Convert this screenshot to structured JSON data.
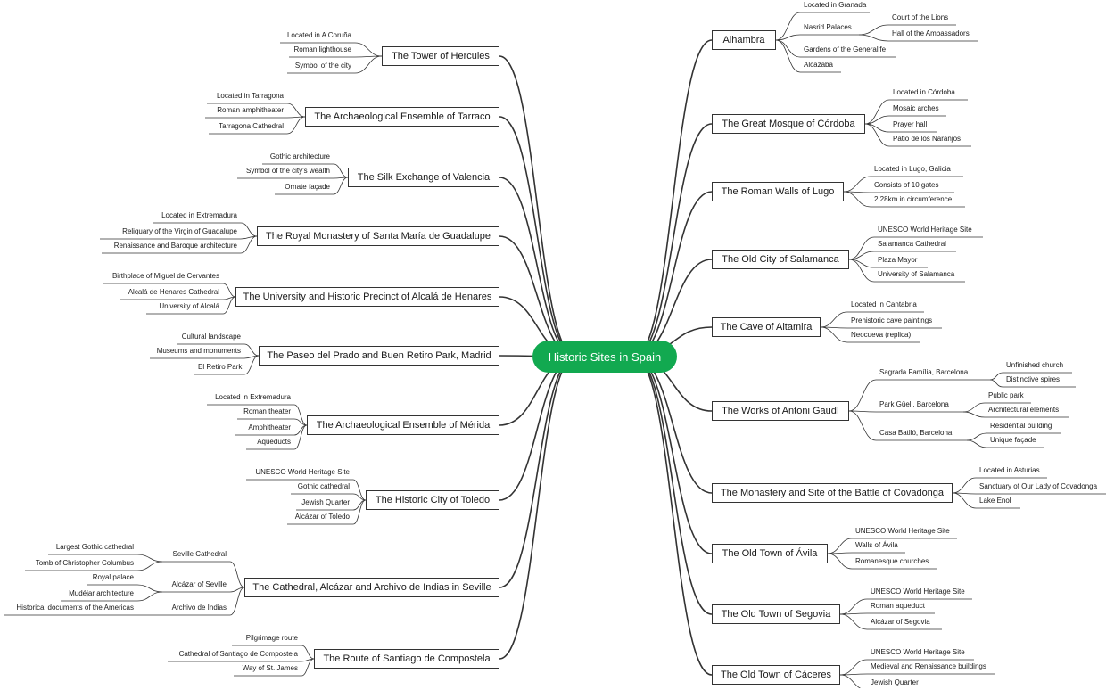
{
  "root": "Historic Sites in Spain",
  "colors": {
    "root": "#12a950",
    "line": "#333333",
    "text": "#1a1a1a"
  },
  "right": [
    {
      "label": "Alhambra",
      "children": [
        {
          "label": "Located in Granada"
        },
        {
          "label": "Nasrid Palaces",
          "children": [
            {
              "label": "Court of the Lions"
            },
            {
              "label": "Hall of the Ambassadors"
            }
          ]
        },
        {
          "label": "Gardens of the Generalife"
        },
        {
          "label": "Alcazaba"
        }
      ]
    },
    {
      "label": "The Great Mosque of Córdoba",
      "children": [
        {
          "label": "Located in Córdoba"
        },
        {
          "label": "Mosaic arches"
        },
        {
          "label": "Prayer hall"
        },
        {
          "label": "Patio de los Naranjos"
        }
      ]
    },
    {
      "label": "The Roman Walls of Lugo",
      "children": [
        {
          "label": "Located in Lugo, Galicia"
        },
        {
          "label": "Consists of 10 gates"
        },
        {
          "label": "2.28km in circumference"
        }
      ]
    },
    {
      "label": "The Old City of Salamanca",
      "children": [
        {
          "label": "UNESCO World Heritage Site"
        },
        {
          "label": "Salamanca Cathedral"
        },
        {
          "label": "Plaza Mayor"
        },
        {
          "label": "University of Salamanca"
        }
      ]
    },
    {
      "label": "The Cave of Altamira",
      "children": [
        {
          "label": "Located in Cantabria"
        },
        {
          "label": "Prehistoric cave paintings"
        },
        {
          "label": "Neocueva (replica)"
        }
      ]
    },
    {
      "label": "The Works of Antoni Gaudí",
      "children": [
        {
          "label": "Sagrada Família, Barcelona",
          "children": [
            {
              "label": "Unfinished church"
            },
            {
              "label": "Distinctive spires"
            }
          ]
        },
        {
          "label": "Park Güell, Barcelona",
          "children": [
            {
              "label": "Public park"
            },
            {
              "label": "Architectural elements"
            }
          ]
        },
        {
          "label": "Casa Batlló, Barcelona",
          "children": [
            {
              "label": "Residential building"
            },
            {
              "label": "Unique façade"
            }
          ]
        }
      ]
    },
    {
      "label": "The Monastery and Site of the Battle of Covadonga",
      "children": [
        {
          "label": "Located in Asturias"
        },
        {
          "label": "Sanctuary of Our Lady of Covadonga"
        },
        {
          "label": "Lake Enol"
        }
      ]
    },
    {
      "label": "The Old Town of Ávila",
      "children": [
        {
          "label": "UNESCO World Heritage Site"
        },
        {
          "label": "Walls of Ávila"
        },
        {
          "label": "Romanesque churches"
        }
      ]
    },
    {
      "label": "The Old Town of Segovia",
      "children": [
        {
          "label": "UNESCO World Heritage Site"
        },
        {
          "label": "Roman aqueduct"
        },
        {
          "label": "Alcázar of Segovia"
        }
      ]
    },
    {
      "label": "The Old Town of Cáceres",
      "children": [
        {
          "label": "UNESCO World Heritage Site"
        },
        {
          "label": "Medieval and Renaissance buildings"
        },
        {
          "label": "Jewish Quarter"
        }
      ]
    }
  ],
  "left": [
    {
      "label": "The Tower of Hercules",
      "children": [
        {
          "label": "Located in A Coruña"
        },
        {
          "label": "Roman lighthouse"
        },
        {
          "label": "Symbol of the city"
        }
      ]
    },
    {
      "label": "The Archaeological Ensemble of Tarraco",
      "children": [
        {
          "label": "Located in Tarragona"
        },
        {
          "label": "Roman amphitheater"
        },
        {
          "label": "Tarragona Cathedral"
        }
      ]
    },
    {
      "label": "The Silk Exchange of Valencia",
      "children": [
        {
          "label": "Gothic architecture"
        },
        {
          "label": "Symbol of the city's wealth"
        },
        {
          "label": "Ornate façade"
        }
      ]
    },
    {
      "label": "The Royal Monastery of Santa María de Guadalupe",
      "children": [
        {
          "label": "Located in Extremadura"
        },
        {
          "label": "Reliquary of the Virgin of Guadalupe"
        },
        {
          "label": "Renaissance and Baroque architecture"
        }
      ]
    },
    {
      "label": "The University and Historic Precinct of Alcalá de Henares",
      "children": [
        {
          "label": "Birthplace of Miguel de Cervantes"
        },
        {
          "label": "Alcalá de Henares Cathedral"
        },
        {
          "label": "University of Alcalá"
        }
      ]
    },
    {
      "label": "The Paseo del Prado and Buen Retiro Park, Madrid",
      "children": [
        {
          "label": "Cultural landscape"
        },
        {
          "label": "Museums and monuments"
        },
        {
          "label": "El Retiro Park"
        }
      ]
    },
    {
      "label": "The Archaeological Ensemble of Mérida",
      "children": [
        {
          "label": "Located in Extremadura"
        },
        {
          "label": "Roman theater"
        },
        {
          "label": "Amphitheater"
        },
        {
          "label": "Aqueducts"
        }
      ]
    },
    {
      "label": "The Historic City of Toledo",
      "children": [
        {
          "label": "UNESCO World Heritage Site"
        },
        {
          "label": "Gothic cathedral"
        },
        {
          "label": "Jewish Quarter"
        },
        {
          "label": "Alcázar of Toledo"
        }
      ]
    },
    {
      "label": "The Cathedral, Alcázar and Archivo de Indias in Seville",
      "children": [
        {
          "label": "Seville Cathedral",
          "children": [
            {
              "label": "Largest Gothic cathedral"
            },
            {
              "label": "Tomb of Christopher Columbus"
            }
          ]
        },
        {
          "label": "Alcázar of Seville",
          "children": [
            {
              "label": "Royal palace"
            },
            {
              "label": "Mudéjar architecture"
            }
          ]
        },
        {
          "label": "Archivo de Indias",
          "children": [
            {
              "label": "Historical documents of the Americas"
            }
          ]
        }
      ]
    },
    {
      "label": "The Route of Santiago de Compostela",
      "children": [
        {
          "label": "Pilgrimage route"
        },
        {
          "label": "Cathedral of Santiago de Compostela"
        },
        {
          "label": "Way of St. James"
        }
      ]
    }
  ]
}
